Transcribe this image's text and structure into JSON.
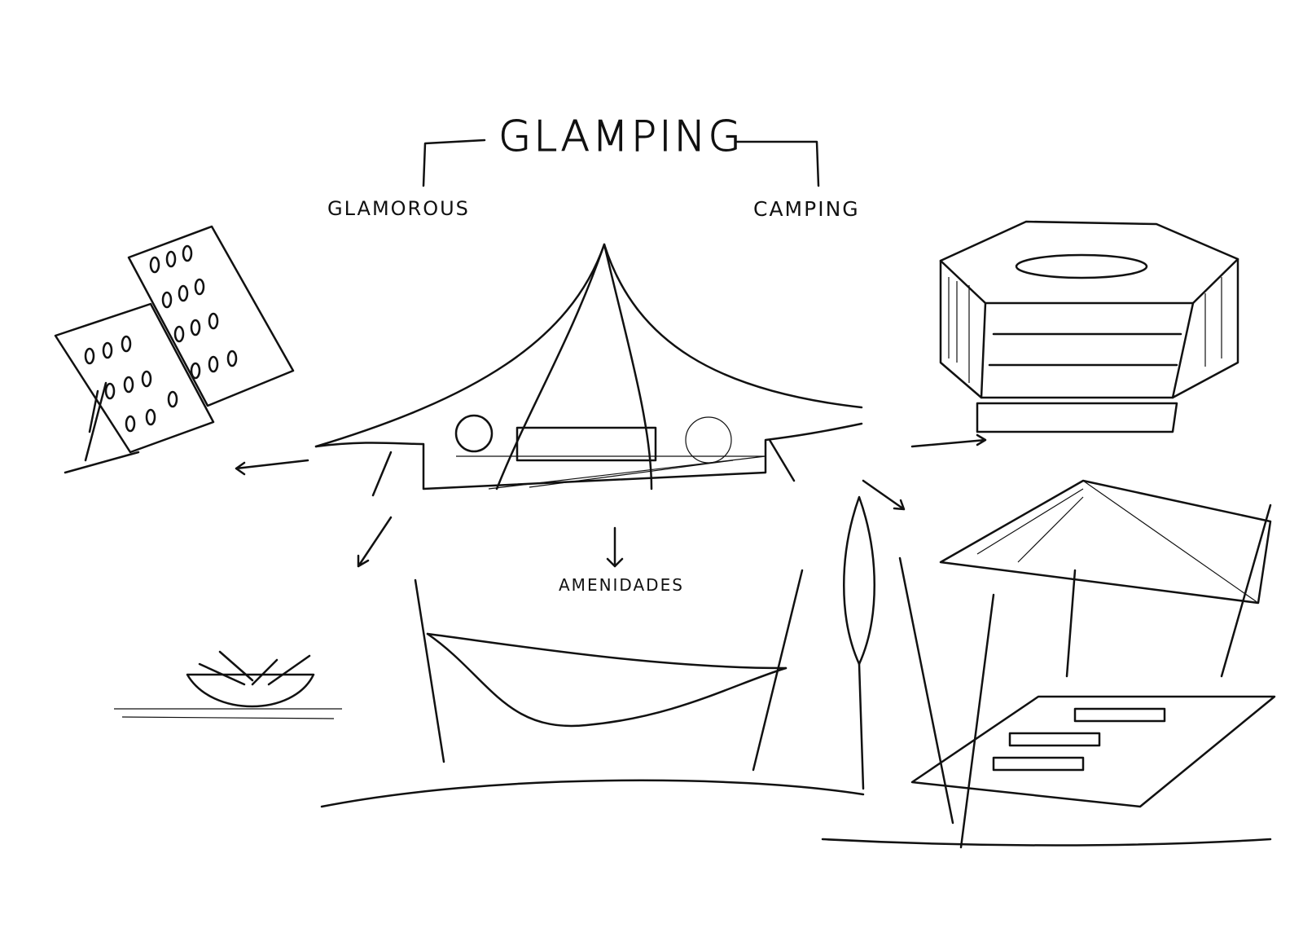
{
  "diagram": {
    "title": "GLAMPING",
    "branches": [
      "GLAMOROUS",
      "CAMPING"
    ],
    "amenities_label": "AMENIDADES",
    "ink_color": "#111111",
    "background": "#ffffff"
  }
}
